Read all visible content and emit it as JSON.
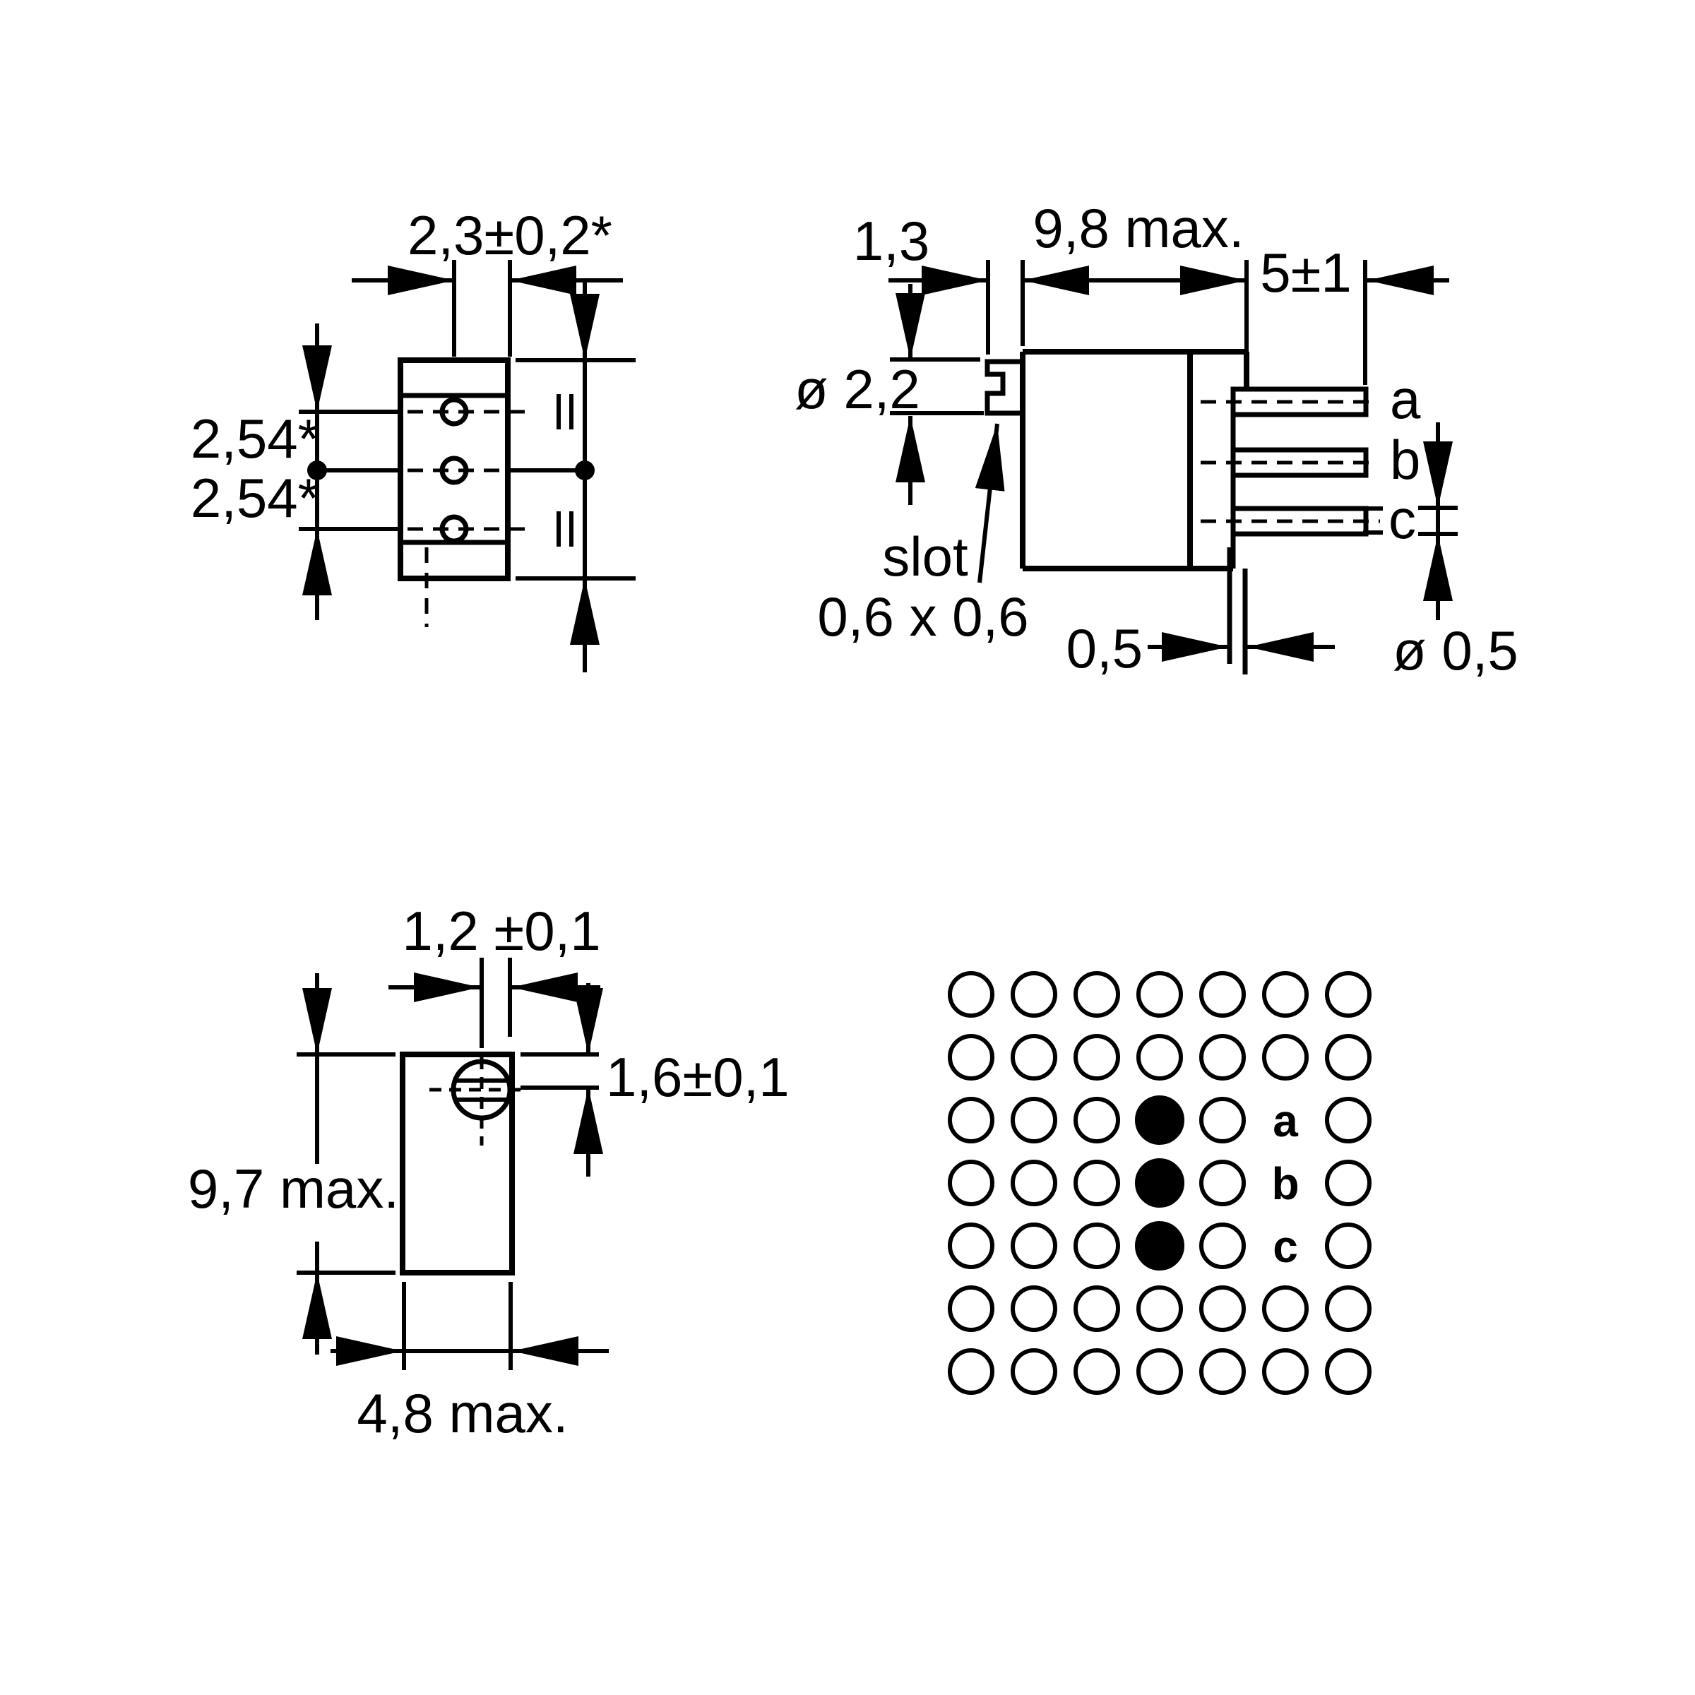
{
  "drawing": {
    "type": "component-dimension-drawing",
    "component": "single-turn trimmer potentiometer, 3 pins",
    "colors": {
      "ink": "#000000",
      "paper": "#ffffff"
    },
    "front_view": {
      "labels": {
        "width": "2,3±0,2*",
        "pitch_top": "2,54*",
        "pitch_bottom": "2,54*"
      }
    },
    "side_view": {
      "labels": {
        "shaft_offset": "1,3",
        "body_length": "9,8 max.",
        "pin_length": "5±1",
        "shaft_diameter": "ø 2,2",
        "slot_word": "slot",
        "slot_size": "0,6 x 0,6",
        "pin_offset": "0,5",
        "pin_diameter": "ø 0,5",
        "pin_a": "a",
        "pin_b": "b",
        "pin_c": "c"
      }
    },
    "profile_view": {
      "labels": {
        "slot_to_face": "1,2 ±0,1",
        "screw_from_top": "1,6±0,1",
        "height": "9,7 max.",
        "depth": "4,8 max."
      }
    },
    "pcb_grid": {
      "rows": 7,
      "cols": 7,
      "filled_pads": [
        {
          "row": 3,
          "col": 4
        },
        {
          "row": 4,
          "col": 4
        },
        {
          "row": 5,
          "col": 4
        }
      ],
      "labeled_pads": [
        {
          "row": 3,
          "col": 6,
          "label": "a"
        },
        {
          "row": 4,
          "col": 6,
          "label": "b"
        },
        {
          "row": 5,
          "col": 6,
          "label": "c"
        }
      ]
    }
  }
}
